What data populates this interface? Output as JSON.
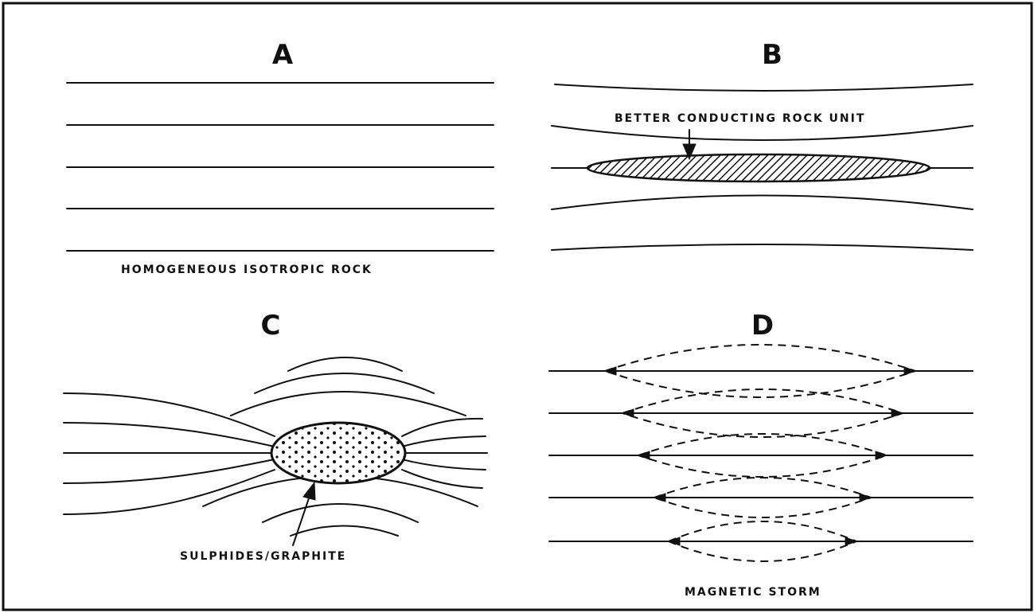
{
  "panels": {
    "a": {
      "letter": "A",
      "caption": "HOMOGENEOUS ISOTROPIC ROCK"
    },
    "b": {
      "letter": "B",
      "caption": "BETTER CONDUCTING ROCK UNIT"
    },
    "c": {
      "letter": "C",
      "caption": "SULPHIDES/GRAPHITE"
    },
    "d": {
      "letter": "D",
      "caption": "MAGNETIC STORM"
    }
  }
}
